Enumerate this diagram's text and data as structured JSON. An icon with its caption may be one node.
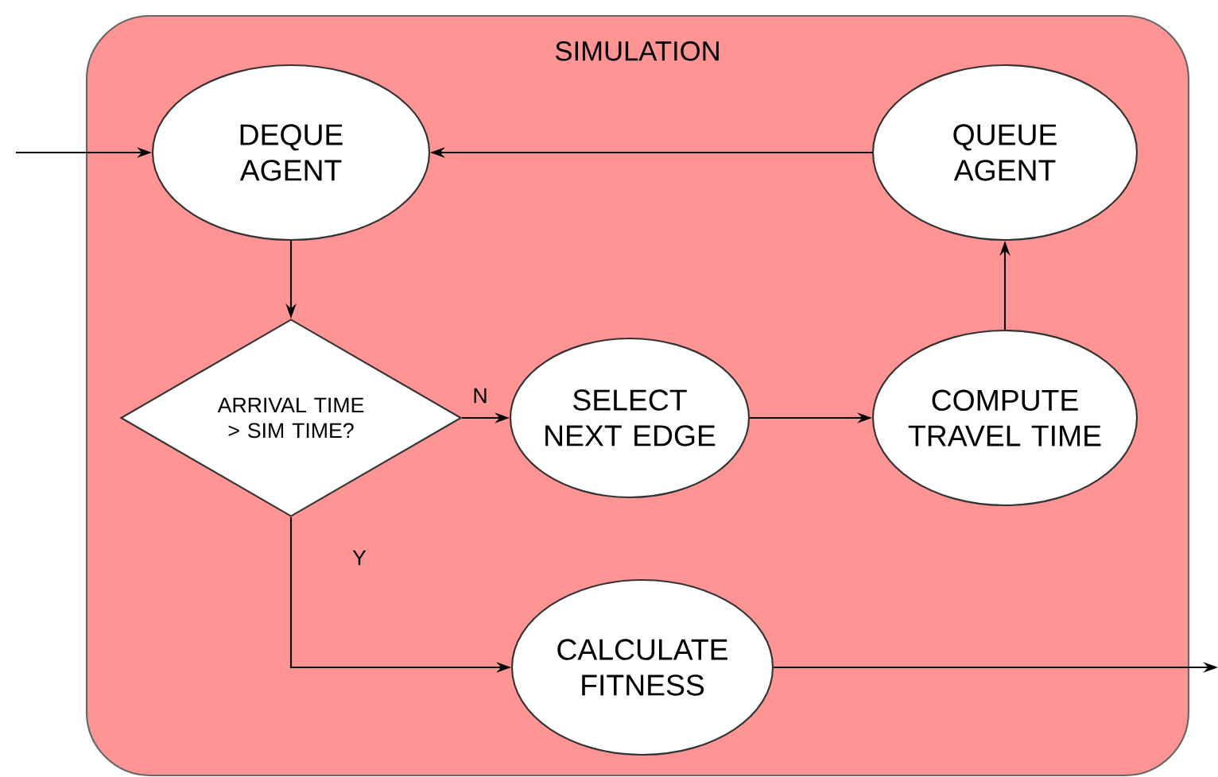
{
  "diagram": {
    "nodes": [
      {
        "text": [
          "SIMULATION"
        ]
      },
      {
        "text": [
          "DEQUE AGENT"
        ],
        "in": 0
      },
      {
        "text": [
          "QUEUE AGENT"
        ],
        "in": 0
      },
      {
        "text": [
          "ARRIVAL TIME > SIM TIME?"
        ],
        "in": 0
      },
      {
        "text": [
          "SELECT NEXT EDGE"
        ],
        "in": 0
      },
      {
        "text": [
          "COMPUTE TRAVEL TIME"
        ],
        "in": 0
      },
      {
        "text": [
          "CALCULATE FITNESS"
        ],
        "in": 0
      }
    ],
    "edges": [
      {
        "from": null,
        "to": 1,
        "arrow": "to"
      },
      {
        "from": 2,
        "to": 1,
        "arrow": "to"
      },
      {
        "from": 1,
        "to": 3,
        "arrow": "to"
      },
      {
        "from": 3,
        "to": 4,
        "arrow": "to",
        "label": "N"
      },
      {
        "from": 4,
        "to": 5,
        "arrow": "to"
      },
      {
        "from": 5,
        "to": 2,
        "arrow": "to"
      },
      {
        "from": 3,
        "to": 6,
        "arrow": "to",
        "label": "Y"
      },
      {
        "from": 6,
        "to": null,
        "arrow": "to"
      }
    ]
  }
}
